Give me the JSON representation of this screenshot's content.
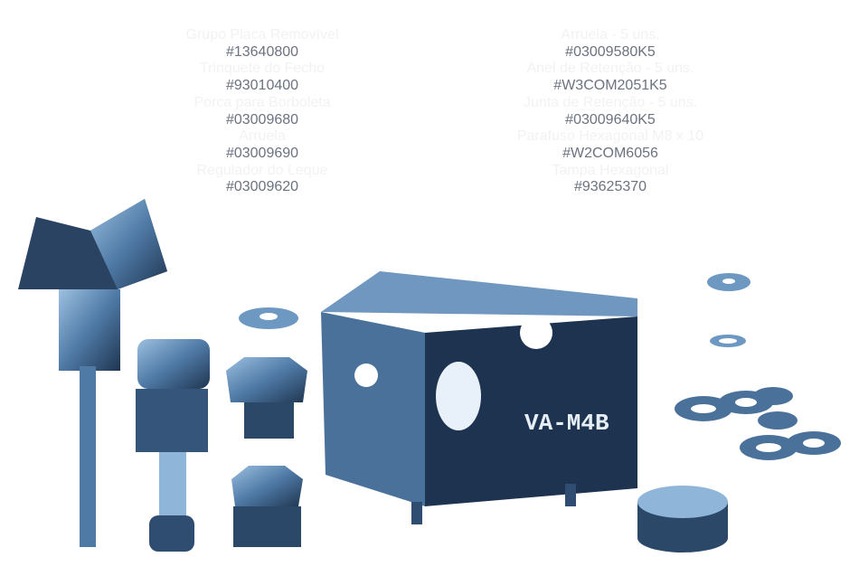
{
  "parts_left": [
    {
      "name": "Grupo Placa Removível",
      "code": "#13640800"
    },
    {
      "name": "Trinquete do Fecho",
      "code": "#93010400"
    },
    {
      "name": "Porca para Borboleta",
      "code": "#03009680"
    },
    {
      "name": "Arruela",
      "code": "#03009690"
    },
    {
      "name": "Regulador do Leque",
      "code": "#03009620"
    }
  ],
  "parts_right": [
    {
      "name": "Arruela - 5 uns.",
      "code": "#03009580K5"
    },
    {
      "name": "Anel de Retenção - 5 uns.",
      "code": "#W3COM2051K5"
    },
    {
      "name": "Junta de Retenção - 5 uns.",
      "code": "#03009640K5"
    },
    {
      "name": "Parafuso Hexagonal M8 x 10",
      "code": "#W2COM6056"
    },
    {
      "name": "Tampa Hexagonal",
      "code": "#93625370"
    }
  ],
  "block_label": "VA-M4B",
  "colors": {
    "part_dark": "#1f3550",
    "part_mid": "#5b85b0",
    "part_light": "#b9d3ea",
    "code_text": "#6b7280"
  }
}
